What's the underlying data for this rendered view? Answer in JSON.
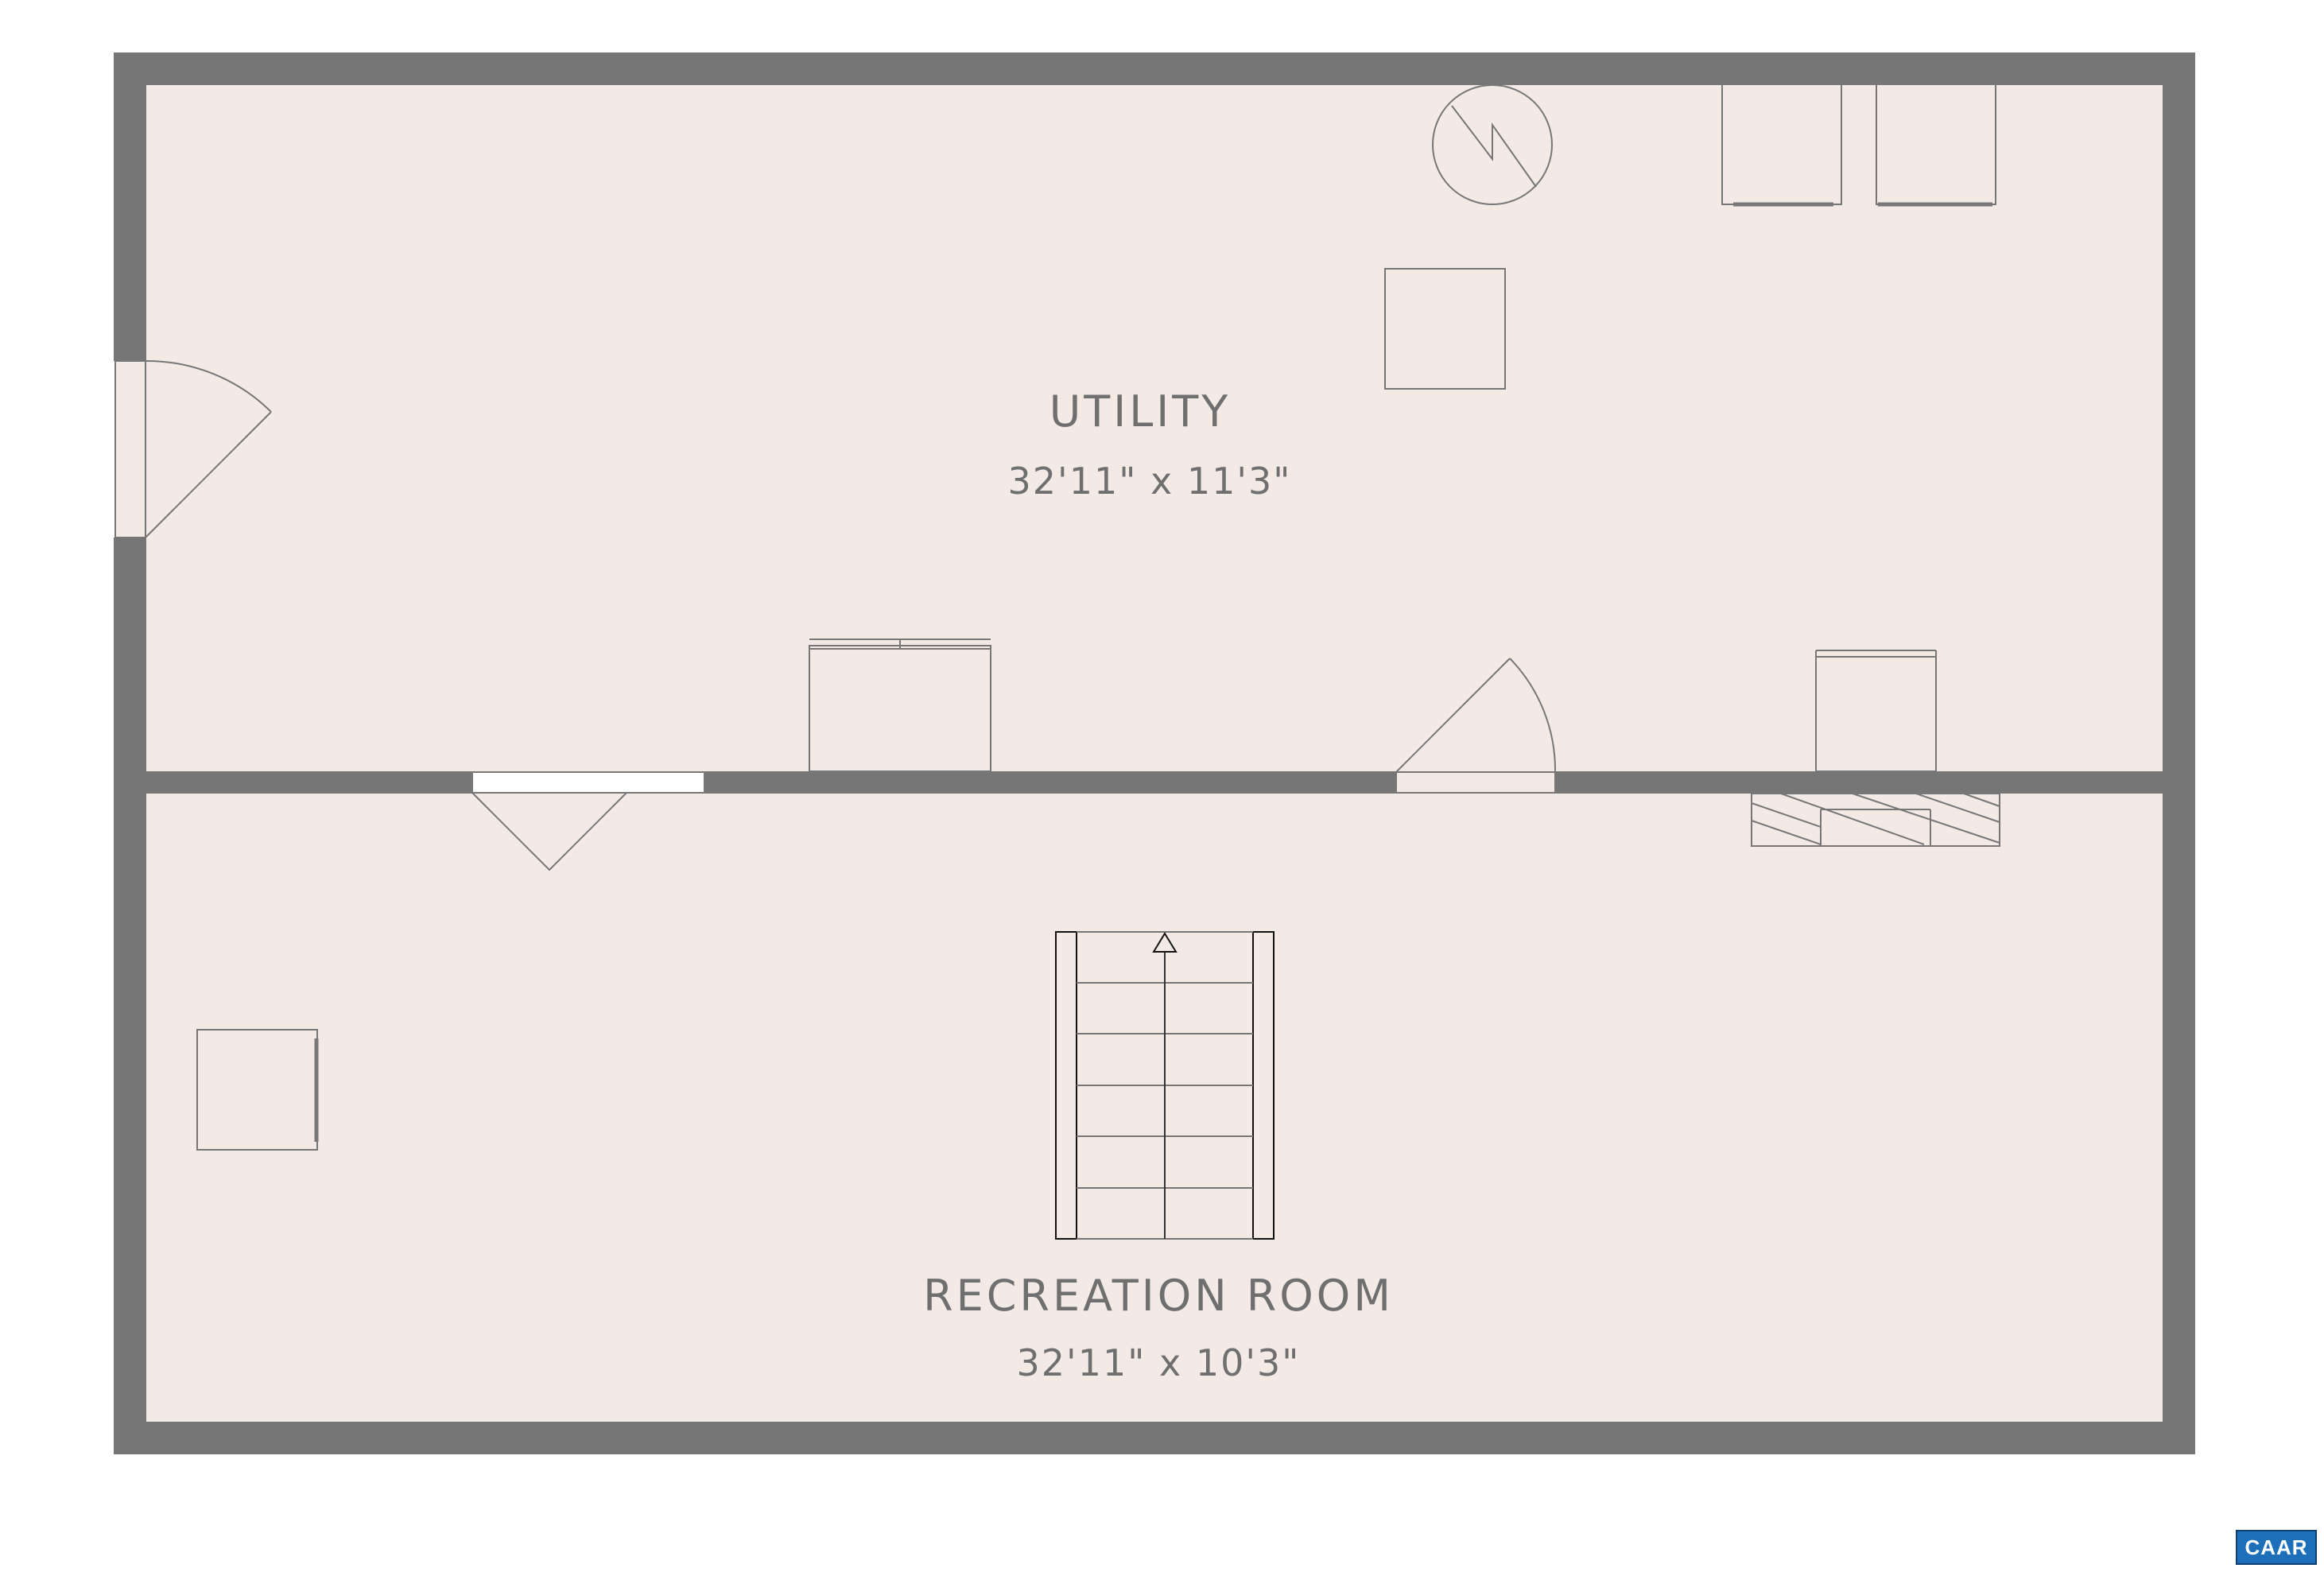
{
  "rooms": [
    {
      "name": "UTILITY",
      "dimensions": "32'11\" x 11'3\""
    },
    {
      "name": "RECREATION ROOM",
      "dimensions": "32'11\" x 10'3\""
    }
  ],
  "fixtures": {
    "utility": [
      "water-heater",
      "washer",
      "dryer",
      "column",
      "cabinet",
      "cabinet-right",
      "exterior-door",
      "interior-door"
    ],
    "recreation_room": [
      "stairs-up",
      "bifold-door",
      "column",
      "fireplace-hearth"
    ]
  },
  "logo": {
    "text": "CAAR"
  },
  "colors": {
    "wall": "#767676",
    "floor": "#f3eae6",
    "line": "#777777",
    "text": "#6f6f6f",
    "logo": "#1c6fb8"
  }
}
